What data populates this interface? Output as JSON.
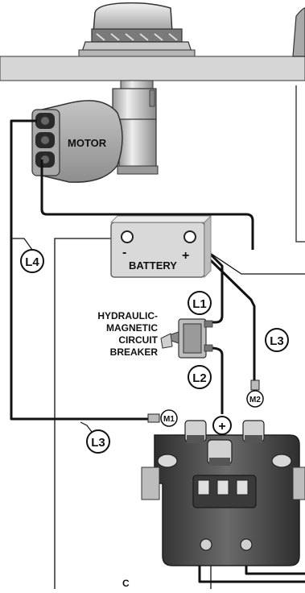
{
  "labels": {
    "motor": "MOTOR",
    "battery": "BATTERY",
    "battery_neg": "-",
    "battery_pos": "+",
    "breaker_line1": "HYDRAULIC-",
    "breaker_line2": "MAGNETIC",
    "breaker_line3": "CIRCUIT",
    "breaker_line4": "BREAKER",
    "solenoid_plus": "+",
    "bottom_c": "C"
  },
  "cables": {
    "l1": "L1",
    "l2": "L2",
    "l3_right": "L3",
    "l3_left": "L3",
    "l4": "L4"
  },
  "terminals": {
    "m1": "M1",
    "m2": "M2"
  },
  "colors": {
    "wire": "#111111",
    "deck": "#d6d6d6",
    "metal_light": "#e4e4e4",
    "metal_mid": "#b0b0b0",
    "metal_dark": "#5a5a5a",
    "solenoid_body": "#4a4a4a",
    "battery_fill": "#d9d9d9"
  }
}
